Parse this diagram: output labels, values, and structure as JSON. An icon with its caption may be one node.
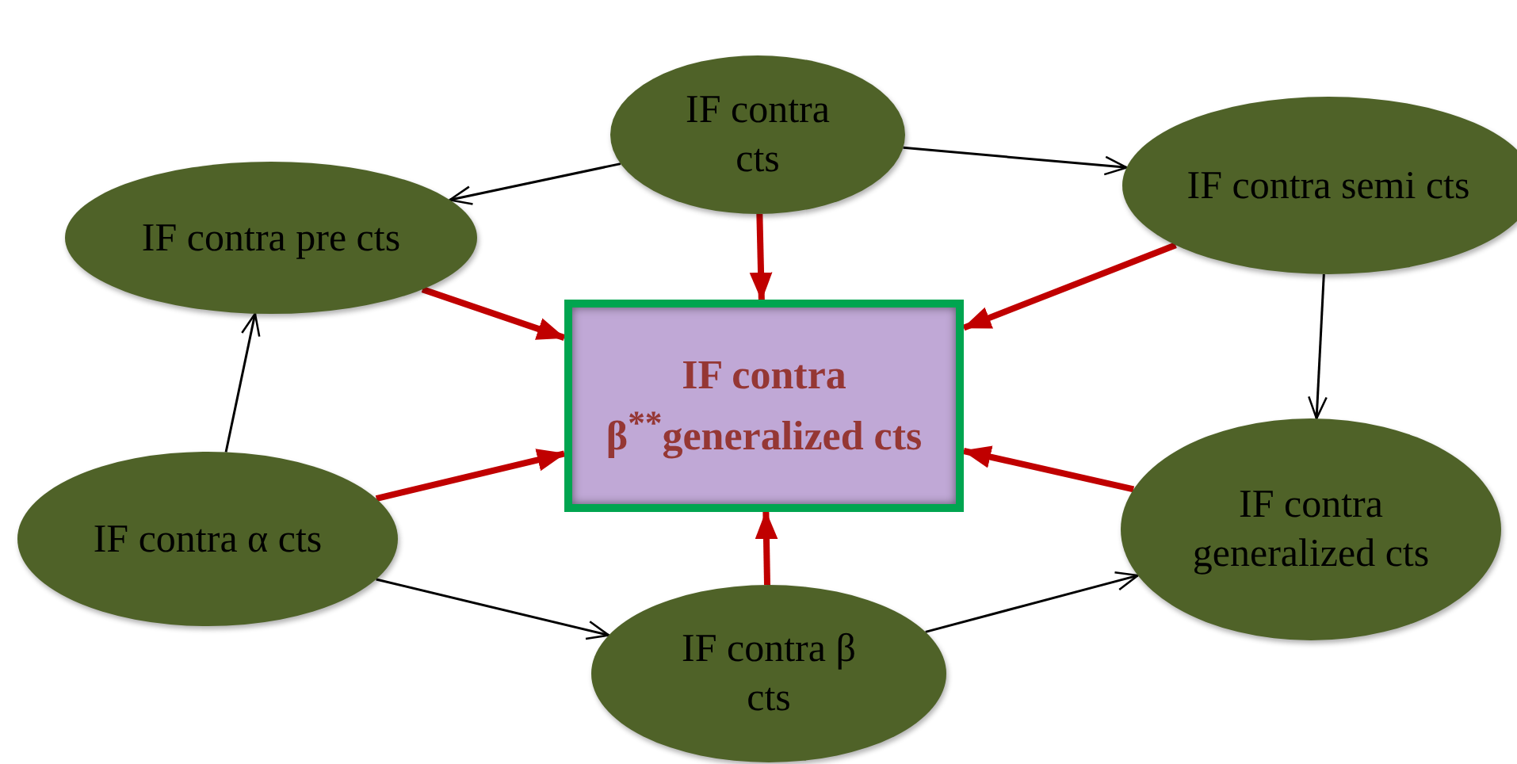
{
  "diagram": {
    "nodes": [
      {
        "text": [
          "IF contra cts"
        ]
      },
      {
        "text": [
          "IF contra pre cts"
        ]
      },
      {
        "text": [
          "IF contra semi cts"
        ]
      },
      {
        "text": [
          "IF contra β$^{**}$generalized cts"
        ]
      },
      {
        "text": [
          "IF contra α cts"
        ]
      },
      {
        "text": [
          "IF contra generalized cts"
        ]
      },
      {
        "text": [
          "IF contra β cts"
        ]
      }
    ],
    "edges": [
      {
        "from": 0,
        "to": 3,
        "arrow": "to",
        "style": "thick",
        "color": "#c00000"
      },
      {
        "from": 1,
        "to": 3,
        "arrow": "to",
        "style": "thick",
        "color": "#c00000"
      },
      {
        "from": 2,
        "to": 3,
        "arrow": "to",
        "style": "thick",
        "color": "#c00000"
      },
      {
        "from": 4,
        "to": 3,
        "arrow": "to",
        "style": "thick",
        "color": "#c00000"
      },
      {
        "from": 5,
        "to": 3,
        "arrow": "to",
        "style": "thick",
        "color": "#c00000"
      },
      {
        "from": 6,
        "to": 3,
        "arrow": "to",
        "style": "thick",
        "color": "#c00000"
      },
      {
        "from": 0,
        "to": 1,
        "arrow": "to",
        "color": "#000000"
      },
      {
        "from": 0,
        "to": 2,
        "arrow": "to",
        "color": "#000000"
      },
      {
        "from": 2,
        "to": 5,
        "arrow": "to",
        "color": "#000000"
      },
      {
        "from": 4,
        "to": 1,
        "arrow": "to",
        "color": "#000000"
      },
      {
        "from": 4,
        "to": 6,
        "arrow": "to",
        "color": "#000000"
      },
      {
        "from": 6,
        "to": 5,
        "arrow": "to",
        "color": "#000000"
      }
    ]
  }
}
